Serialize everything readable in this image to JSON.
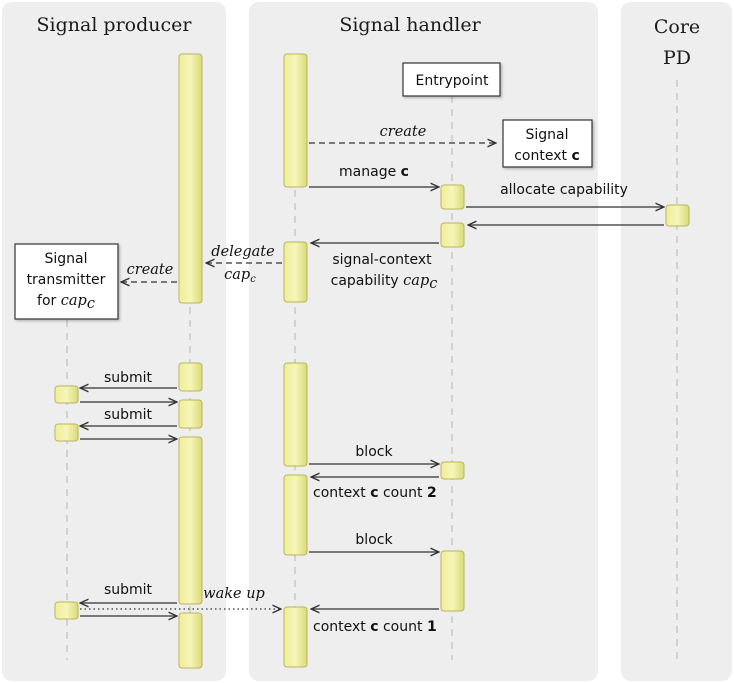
{
  "lanes": {
    "producer": "Signal producer",
    "handler": "Signal handler",
    "core_line1": "Core",
    "core_line2": "PD"
  },
  "entities": {
    "entrypoint": "Entrypoint",
    "signal_context_line1": "Signal",
    "signal_context_line2": "context ",
    "signal_context_bold": "c",
    "transmitter_line1": "Signal",
    "transmitter_line2": "transmitter",
    "transmitter_line3": "for ",
    "transmitter_cap": "cap",
    "transmitter_cap_sub": "c"
  },
  "messages": {
    "create_context": "create",
    "manage_prefix": "manage ",
    "manage_bold": "c",
    "allocate": "allocate capability",
    "signal_context_cap_line1": "signal-context",
    "signal_context_cap_line2": "capability ",
    "cap": "cap",
    "cap_sub": "c",
    "delegate": "delegate",
    "create_transmitter": "create",
    "submit_1": "submit",
    "submit_2": "submit",
    "block_1": "block",
    "count_2_prefix": "context ",
    "count_2_bold_c": "c",
    "count_2_mid": " count ",
    "count_2_value": "2",
    "block_2": "block",
    "submit_3": "submit",
    "wake_up": "wake up",
    "count_1_prefix": "context ",
    "count_1_bold_c": "c",
    "count_1_mid": " count ",
    "count_1_value": "1"
  }
}
